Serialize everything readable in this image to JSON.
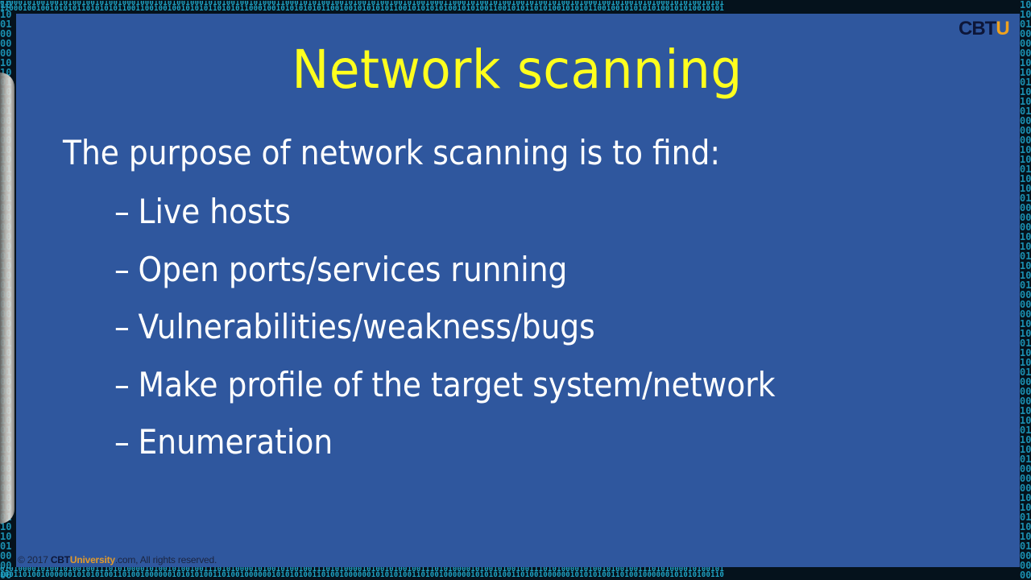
{
  "slide": {
    "title": "Network scanning",
    "intro": "The purpose of network scanning is to find:",
    "bullet_marker": "–",
    "bullets": [
      "Live hosts",
      "Open ports/services running",
      "Vulnerabilities/weakness/bugs",
      "Make profile of the target system/network",
      "Enumeration"
    ]
  },
  "logo": {
    "prefix": "CBT",
    "suffix": "U"
  },
  "footer": {
    "copyright_prefix": "© 2017 ",
    "brand_cbt": "CBT",
    "brand_university": "University",
    "copyright_suffix": ".com, All rights reserved."
  },
  "frame": {
    "top_row_1": "0100010100100101001001010010001000101010010001010100100101000110001010100100101001010010010100100011000101001010010010100101001010001001010010101000101010010101",
    "top_row_2": "1100010010010101011010101011001100100100101010110101011000100101010101011001001010101011001010101010010101001100101011010100101010110010010101010100101010010101",
    "bottom_row_1": "0101000010100101001001110101000010100101001001110101000010100101001001110101000010100101001001110101000010100101001001110101000010100101001001110101000010100101",
    "bottom_row_2": "1001101001000000101010100110100100000010101010011010010000001010101001101001000000101010100110100100000010101010011010010000001010101001101001000000101010100110",
    "right_column": "10\n10\n01\n00\n00\n00\n10\n10\n01\n10\n10\n01\n00\n00\n00\n10\n10\n01\n10\n10\n01\n00\n00\n00\n10\n10\n01\n10\n10\n01\n00\n00\n00\n10\n10\n01\n10\n10\n01\n00\n00\n00\n10\n10\n01\n10\n10\n01\n00\n00\n00\n10\n10\n01\n10\n10\n01\n00\n00\n00"
  },
  "colors": {
    "slide_background": "#2f579e",
    "title": "#ffff1e",
    "body_text": "#ffffff",
    "frame_background": "#05121c",
    "binary_digits": "#1fa3c4",
    "logo_dark": "#0d1638",
    "logo_accent": "#f0a21f"
  }
}
